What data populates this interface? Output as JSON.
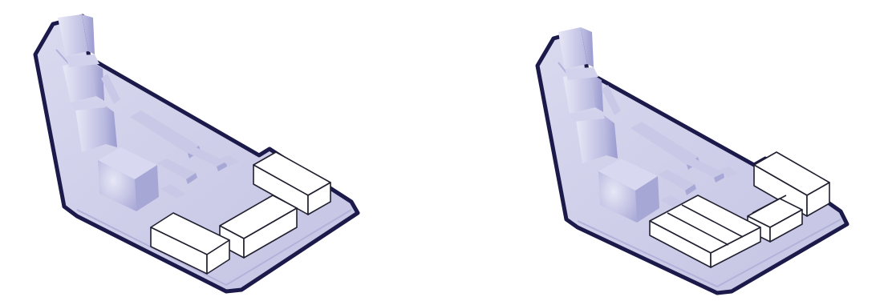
{
  "figure": {
    "panels": [
      {
        "id": "left",
        "variant": "option-a"
      },
      {
        "id": "right",
        "variant": "option-b"
      }
    ],
    "colors": {
      "outline": "#1b1a4a",
      "site_fill": "#cfcfe8",
      "site_edge": "#b9b9dc",
      "massing_light": "#e4e4f4",
      "massing_mid": "#c6c6e6",
      "massing_dark": "#9c9cd0",
      "new_building_fill": "#ffffff",
      "new_building_stroke": "#202030"
    }
  }
}
